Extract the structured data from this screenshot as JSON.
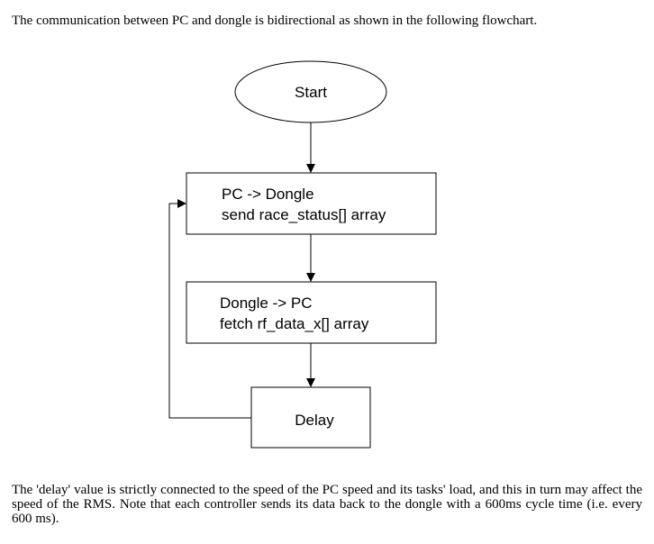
{
  "document": {
    "intro_text": "The communication between PC and dongle is bidirectional as shown in the following flowchart.",
    "outro_text": "The 'delay' value is strictly connected to the speed of the PC speed and its tasks' load, and this in turn may affect the speed of the RMS. Note that each controller sends its data back to the dongle with a 600ms cycle time (i.e. every 600 ms)."
  },
  "flowchart": {
    "start_label": "Start",
    "step1_line1": "PC -> Dongle",
    "step1_line2": "send race_status[] array",
    "step2_line1": "Dongle -> PC",
    "step2_line2": "fetch rf_data_x[] array",
    "delay_label": "Delay"
  }
}
